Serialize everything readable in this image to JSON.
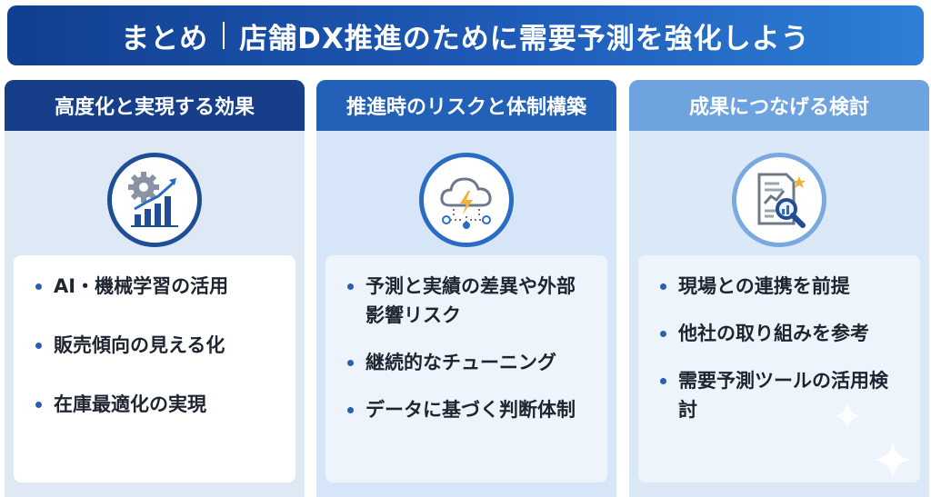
{
  "banner": {
    "left": "まとめ",
    "right": "店舗DX推進のために需要予測を強化しよう"
  },
  "columns": [
    {
      "title": "高度化と実現する効果",
      "icon": "gear-chart-icon",
      "items": [
        "AI・機械学習の活用",
        "販売傾向の見える化",
        "在庫最適化の実現"
      ]
    },
    {
      "title": "推進時のリスクと体制構築",
      "icon": "cloud-lightning-icon",
      "items": [
        "予測と実績の差異や外部影響リスク",
        "継続的なチューニング",
        "データに基づく判断体制"
      ]
    },
    {
      "title": "成果につなげる検討",
      "icon": "report-magnifier-icon",
      "items": [
        "現場との連携を前提",
        "他社の取り組みを参考",
        "需要予測ツールの活用検討"
      ]
    }
  ],
  "colors": {
    "navy": "#173e88",
    "blue": "#2360b8",
    "light_blue": "#6fa3df",
    "accent_star": "#f2b233"
  }
}
